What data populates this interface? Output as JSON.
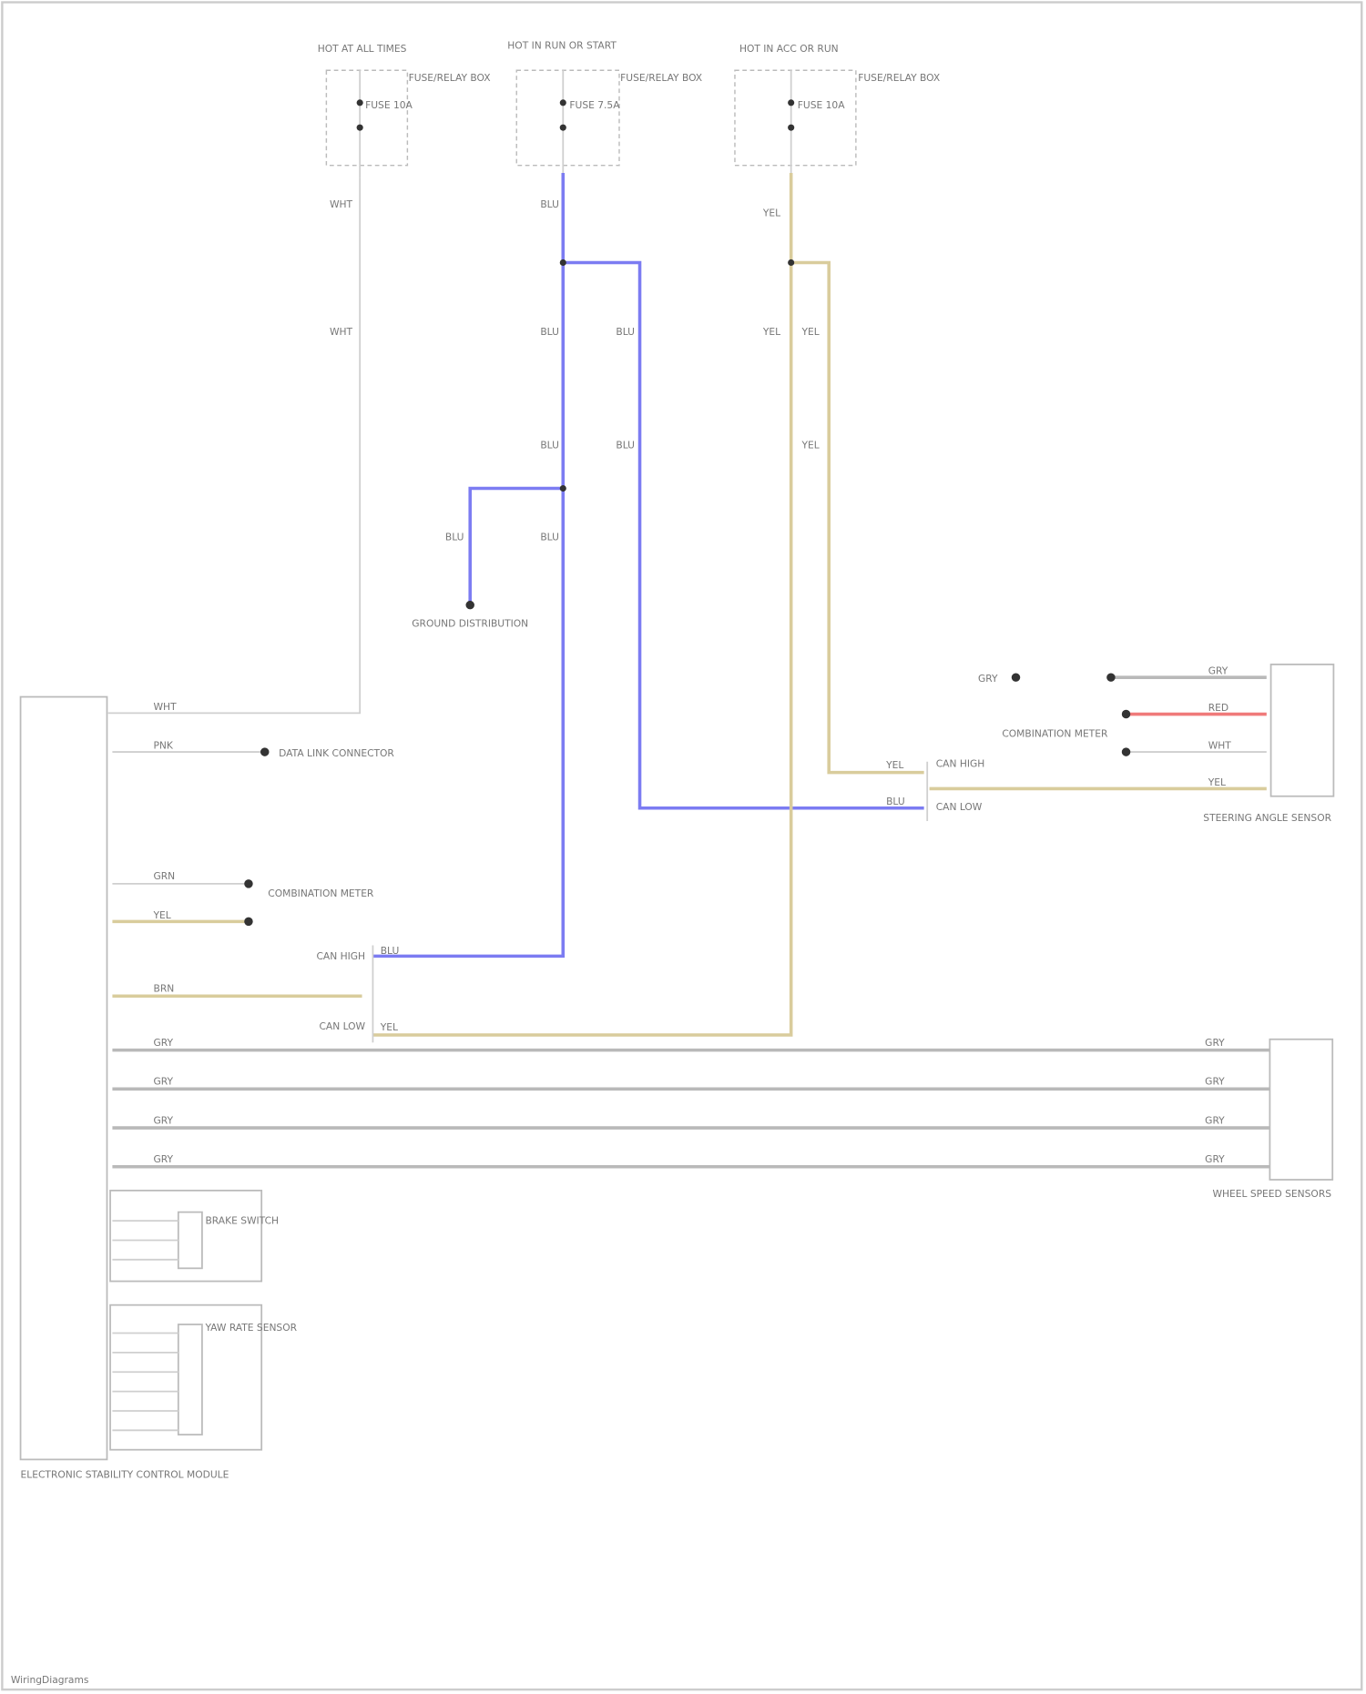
{
  "diagram": {
    "fuses": [
      {
        "title": "HOT AT ALL TIMES",
        "fuse": "FUSE 10A",
        "desc": "FUSE/RELAY BOX"
      },
      {
        "title": "HOT IN RUN OR START",
        "fuse": "FUSE 7.5A",
        "desc": "FUSE/RELAY BOX"
      },
      {
        "title": "HOT IN ACC OR RUN",
        "fuse": "FUSE 10A",
        "desc": "FUSE/RELAY BOX"
      }
    ],
    "wire_colors": {
      "blue": "#7c7cf2",
      "tan": "#d9cc9c",
      "gray": "#b9b9b9",
      "red": "#f07a7a"
    },
    "wire_labels": {
      "wht": "WHT",
      "blu": "BLU",
      "yel": "YEL",
      "grn": "GRN",
      "gry": "GRY",
      "red": "RED",
      "brn": "BRN",
      "pnk": "PNK"
    },
    "components": {
      "ground": "GROUND DISTRIBUTION",
      "data_link": "DATA LINK CONNECTOR",
      "combination_meter": "COMBINATION METER",
      "can_high": "CAN HIGH",
      "can_low": "CAN LOW",
      "steering_sensor": "STEERING ANGLE SENSOR",
      "wheel_speed": "WHEEL SPEED SENSORS",
      "brake_switch": "BRAKE SWITCH",
      "yaw_sensor": "YAW RATE SENSOR",
      "ecu": "ELECTRONIC STABILITY CONTROL MODULE",
      "meter_ref": "COMBINATION METER"
    },
    "footer": "WiringDiagrams"
  }
}
